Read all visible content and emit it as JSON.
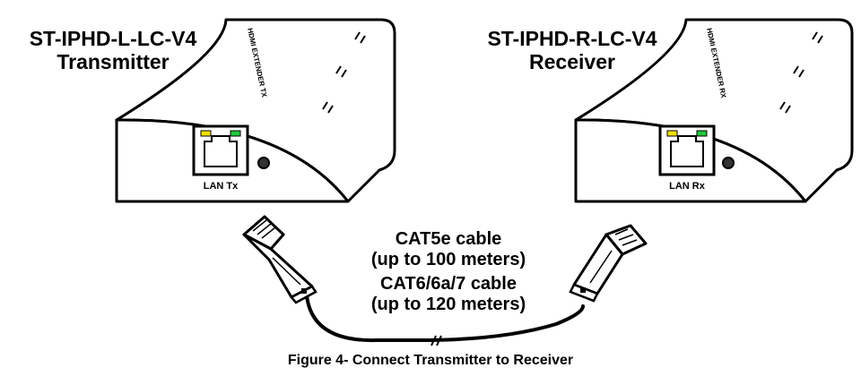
{
  "transmitter": {
    "model": "ST-IPHD-L-LC-V4",
    "role": "Transmitter",
    "case_label": "HDMI EXTENDER TX",
    "port_label": "LAN Tx"
  },
  "receiver": {
    "model": "ST-IPHD-R-LC-V4",
    "role": "Receiver",
    "case_label": "HDMI EXTENDER RX",
    "port_label": "LAN Rx"
  },
  "cable": {
    "type_1": "CAT5e cable",
    "range_1": "(up to 100 meters)",
    "type_2": "CAT6/6a/7 cable",
    "range_2": "(up to 120 meters)"
  },
  "caption": "Figure 4- Connect Transmitter to Receiver",
  "colors": {
    "outline": "#000000",
    "led_activity": "#f2e000",
    "led_link": "#22c73a"
  }
}
